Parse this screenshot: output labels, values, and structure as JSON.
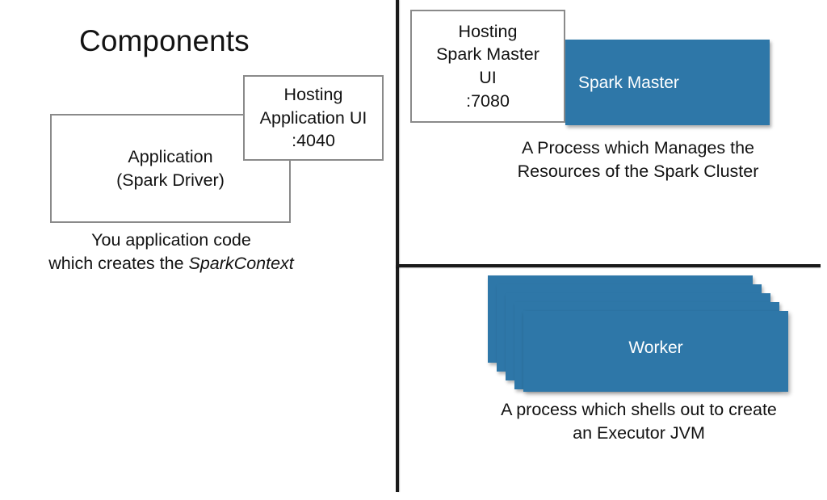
{
  "slide": {
    "title": "Components",
    "accent_blue": "#2e77a8",
    "outline_gray": "#8a8a8a",
    "divider_color": "#1a1a1a",
    "text_color": "#121212"
  },
  "panels": {
    "driver": {
      "app_box": {
        "line1": "Application",
        "line2": "(Spark Driver)"
      },
      "ui_box": {
        "line1": "Hosting",
        "line2": "Application UI",
        "line3": ":4040"
      },
      "caption_line1": "You application code",
      "caption_line2_prefix": "which creates the ",
      "caption_line2_emphasis": "SparkContext"
    },
    "master": {
      "ui_box": {
        "line1": "Hosting",
        "line2": "Spark Master",
        "line3": "UI",
        "line4": ":7080"
      },
      "process_label": "Spark Master",
      "caption_line1": "A Process which Manages the",
      "caption_line2": "Resources of the Spark Cluster"
    },
    "worker": {
      "process_label": "Worker",
      "stack_count": 5,
      "caption_line1": "A process which shells out to create",
      "caption_line2": "an Executor JVM"
    }
  }
}
